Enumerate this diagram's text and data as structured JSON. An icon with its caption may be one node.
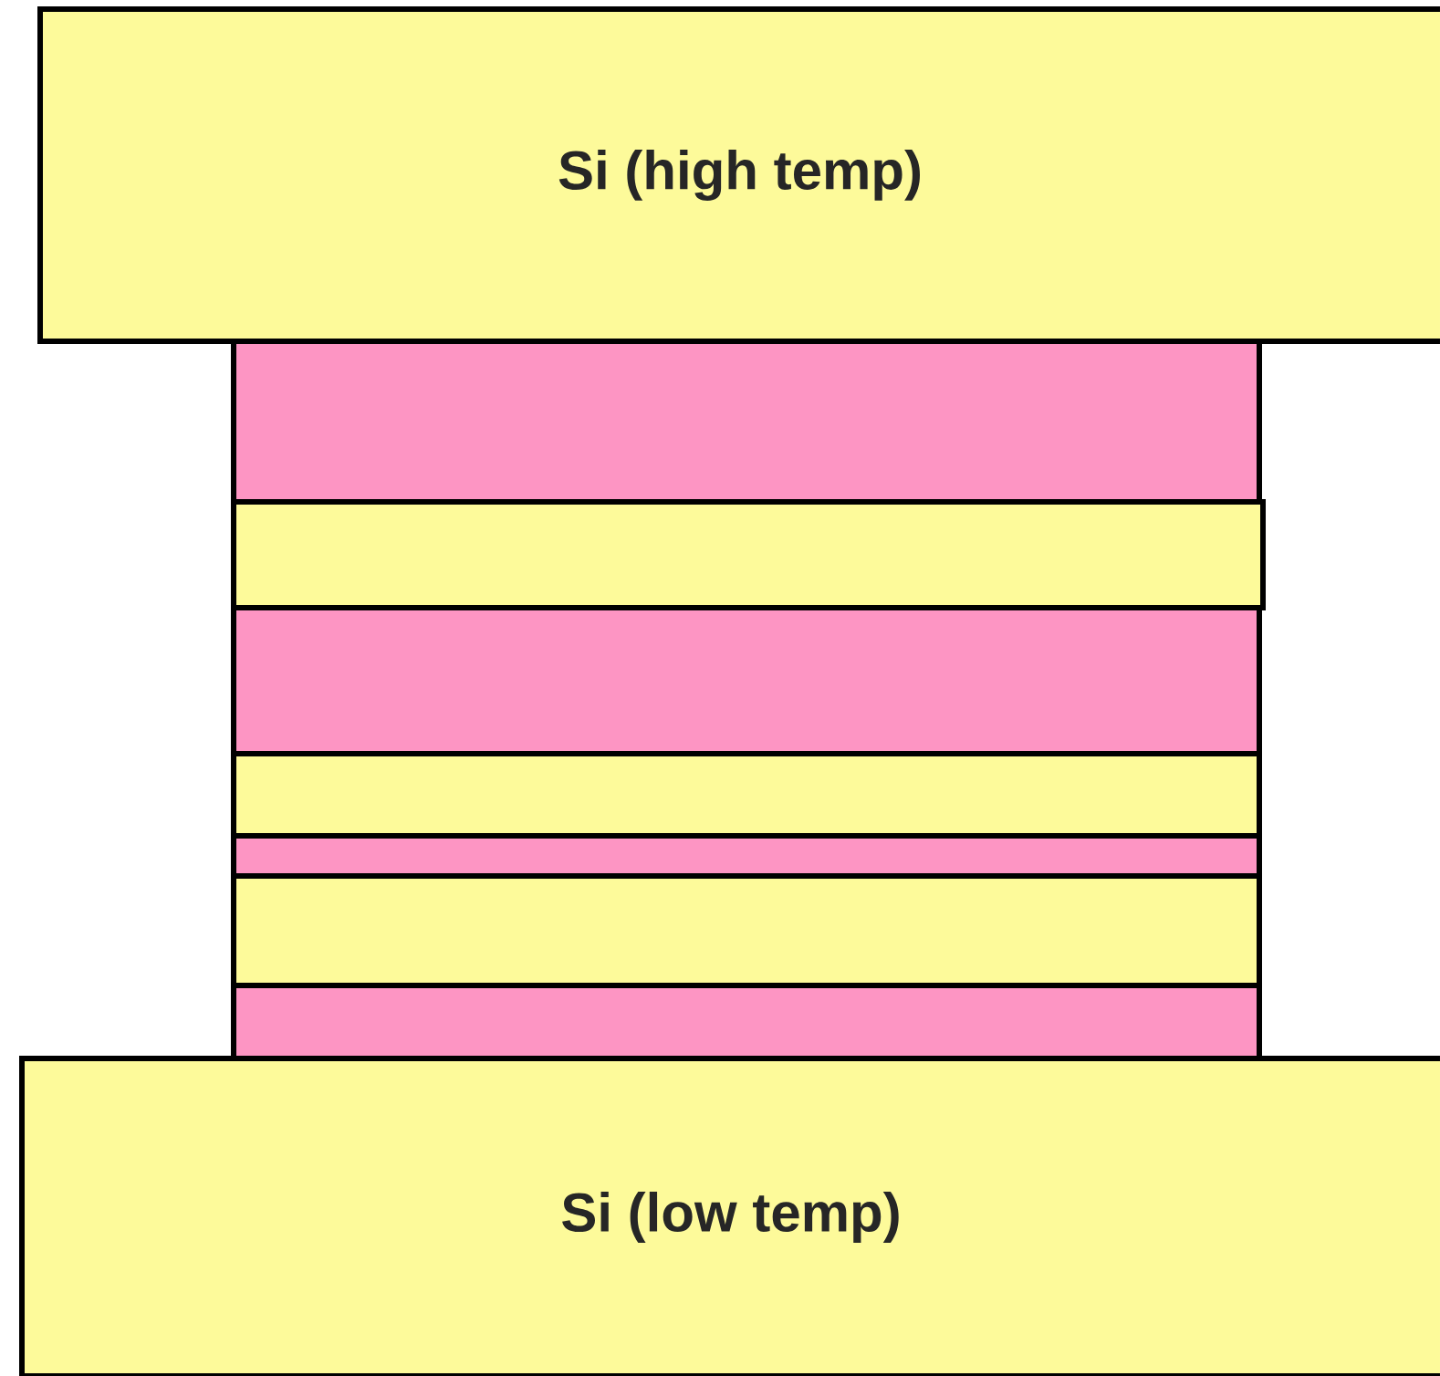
{
  "diagram": {
    "nodes": [
      {
        "text": [
          "Si (high temp)"
        ]
      },
      {
        "text": [],
        "shape": "bar"
      },
      {
        "text": [],
        "shape": "bar"
      },
      {
        "text": [],
        "shape": "bar"
      },
      {
        "text": [],
        "shape": "bar"
      },
      {
        "text": [],
        "shape": "bar"
      },
      {
        "text": [],
        "shape": "bar"
      },
      {
        "text": [],
        "shape": "bar"
      },
      {
        "text": [
          "Si (low temp)"
        ]
      }
    ]
  }
}
